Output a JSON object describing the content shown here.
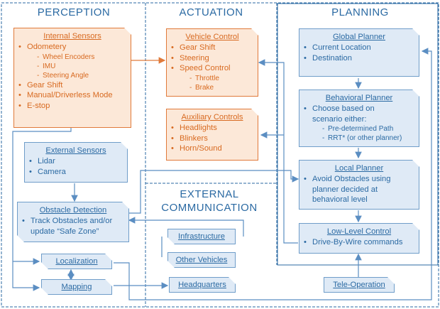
{
  "sections": {
    "perception": "PERCEPTION",
    "actuation": "ACTUATION",
    "planning": "PLANNING",
    "external_line1": "EXTERNAL",
    "external_line2": "COMMUNICATION"
  },
  "internal_sensors": {
    "title": "Internal Sensors",
    "odometry": "Odometery",
    "wheel_encoders": "Wheel Encoders",
    "imu": "IMU",
    "steering_angle": "Steering Angle",
    "gear_shift": "Gear Shift",
    "mode": "Manual/Driverless Mode",
    "estop": "E-stop"
  },
  "vehicle_control": {
    "title": "Vehicle Control",
    "gear_shift": "Gear Shift",
    "steering": "Steering",
    "speed_control": "Speed Control",
    "throttle": "Throttle",
    "brake": "Brake"
  },
  "auxiliary_controls": {
    "title": "Auxiliary Controls",
    "headlights": "Headlights",
    "blinkers": "Blinkers",
    "horn": "Horn/Sound"
  },
  "global_planner": {
    "title": "Global Planner",
    "current_location": "Current Location",
    "destination": "Destination"
  },
  "behavioral_planner": {
    "title": "Behavioral Planner",
    "line1": "Choose based on",
    "line2": "scenario either:",
    "opt1": "Pre-determined Path",
    "opt2": "RRT* (or other planner)"
  },
  "local_planner": {
    "title": "Local Planner",
    "line1": "Avoid Obstacles using",
    "line2": "planner decided at",
    "line3": "behavioral level"
  },
  "low_level_control": {
    "title": "Low-Level Control",
    "line1": "Drive-By-Wire commands"
  },
  "external_sensors": {
    "title": "External Sensors",
    "lidar": "Lidar",
    "camera": "Camera"
  },
  "obstacle_detection": {
    "title": "Obstacle Detection",
    "line1": "Track Obstacles and/or",
    "line2": "update “Safe Zone”"
  },
  "infrastructure": {
    "title": "Infrastructure"
  },
  "other_vehicles": {
    "title": "Other Vehicles"
  },
  "localization": {
    "title": "Localization"
  },
  "mapping": {
    "title": "Mapping"
  },
  "headquarters": {
    "title": "Headquarters"
  },
  "tele_operation": {
    "title": "Tele-Operation"
  },
  "colors": {
    "blue": "#2b6aa3",
    "blue_fill": "#dfeaf6",
    "orange": "#d86a21",
    "orange_fill": "#fce8d8",
    "connector": "#5b8ec2",
    "orange_connector": "#e07a3a"
  }
}
